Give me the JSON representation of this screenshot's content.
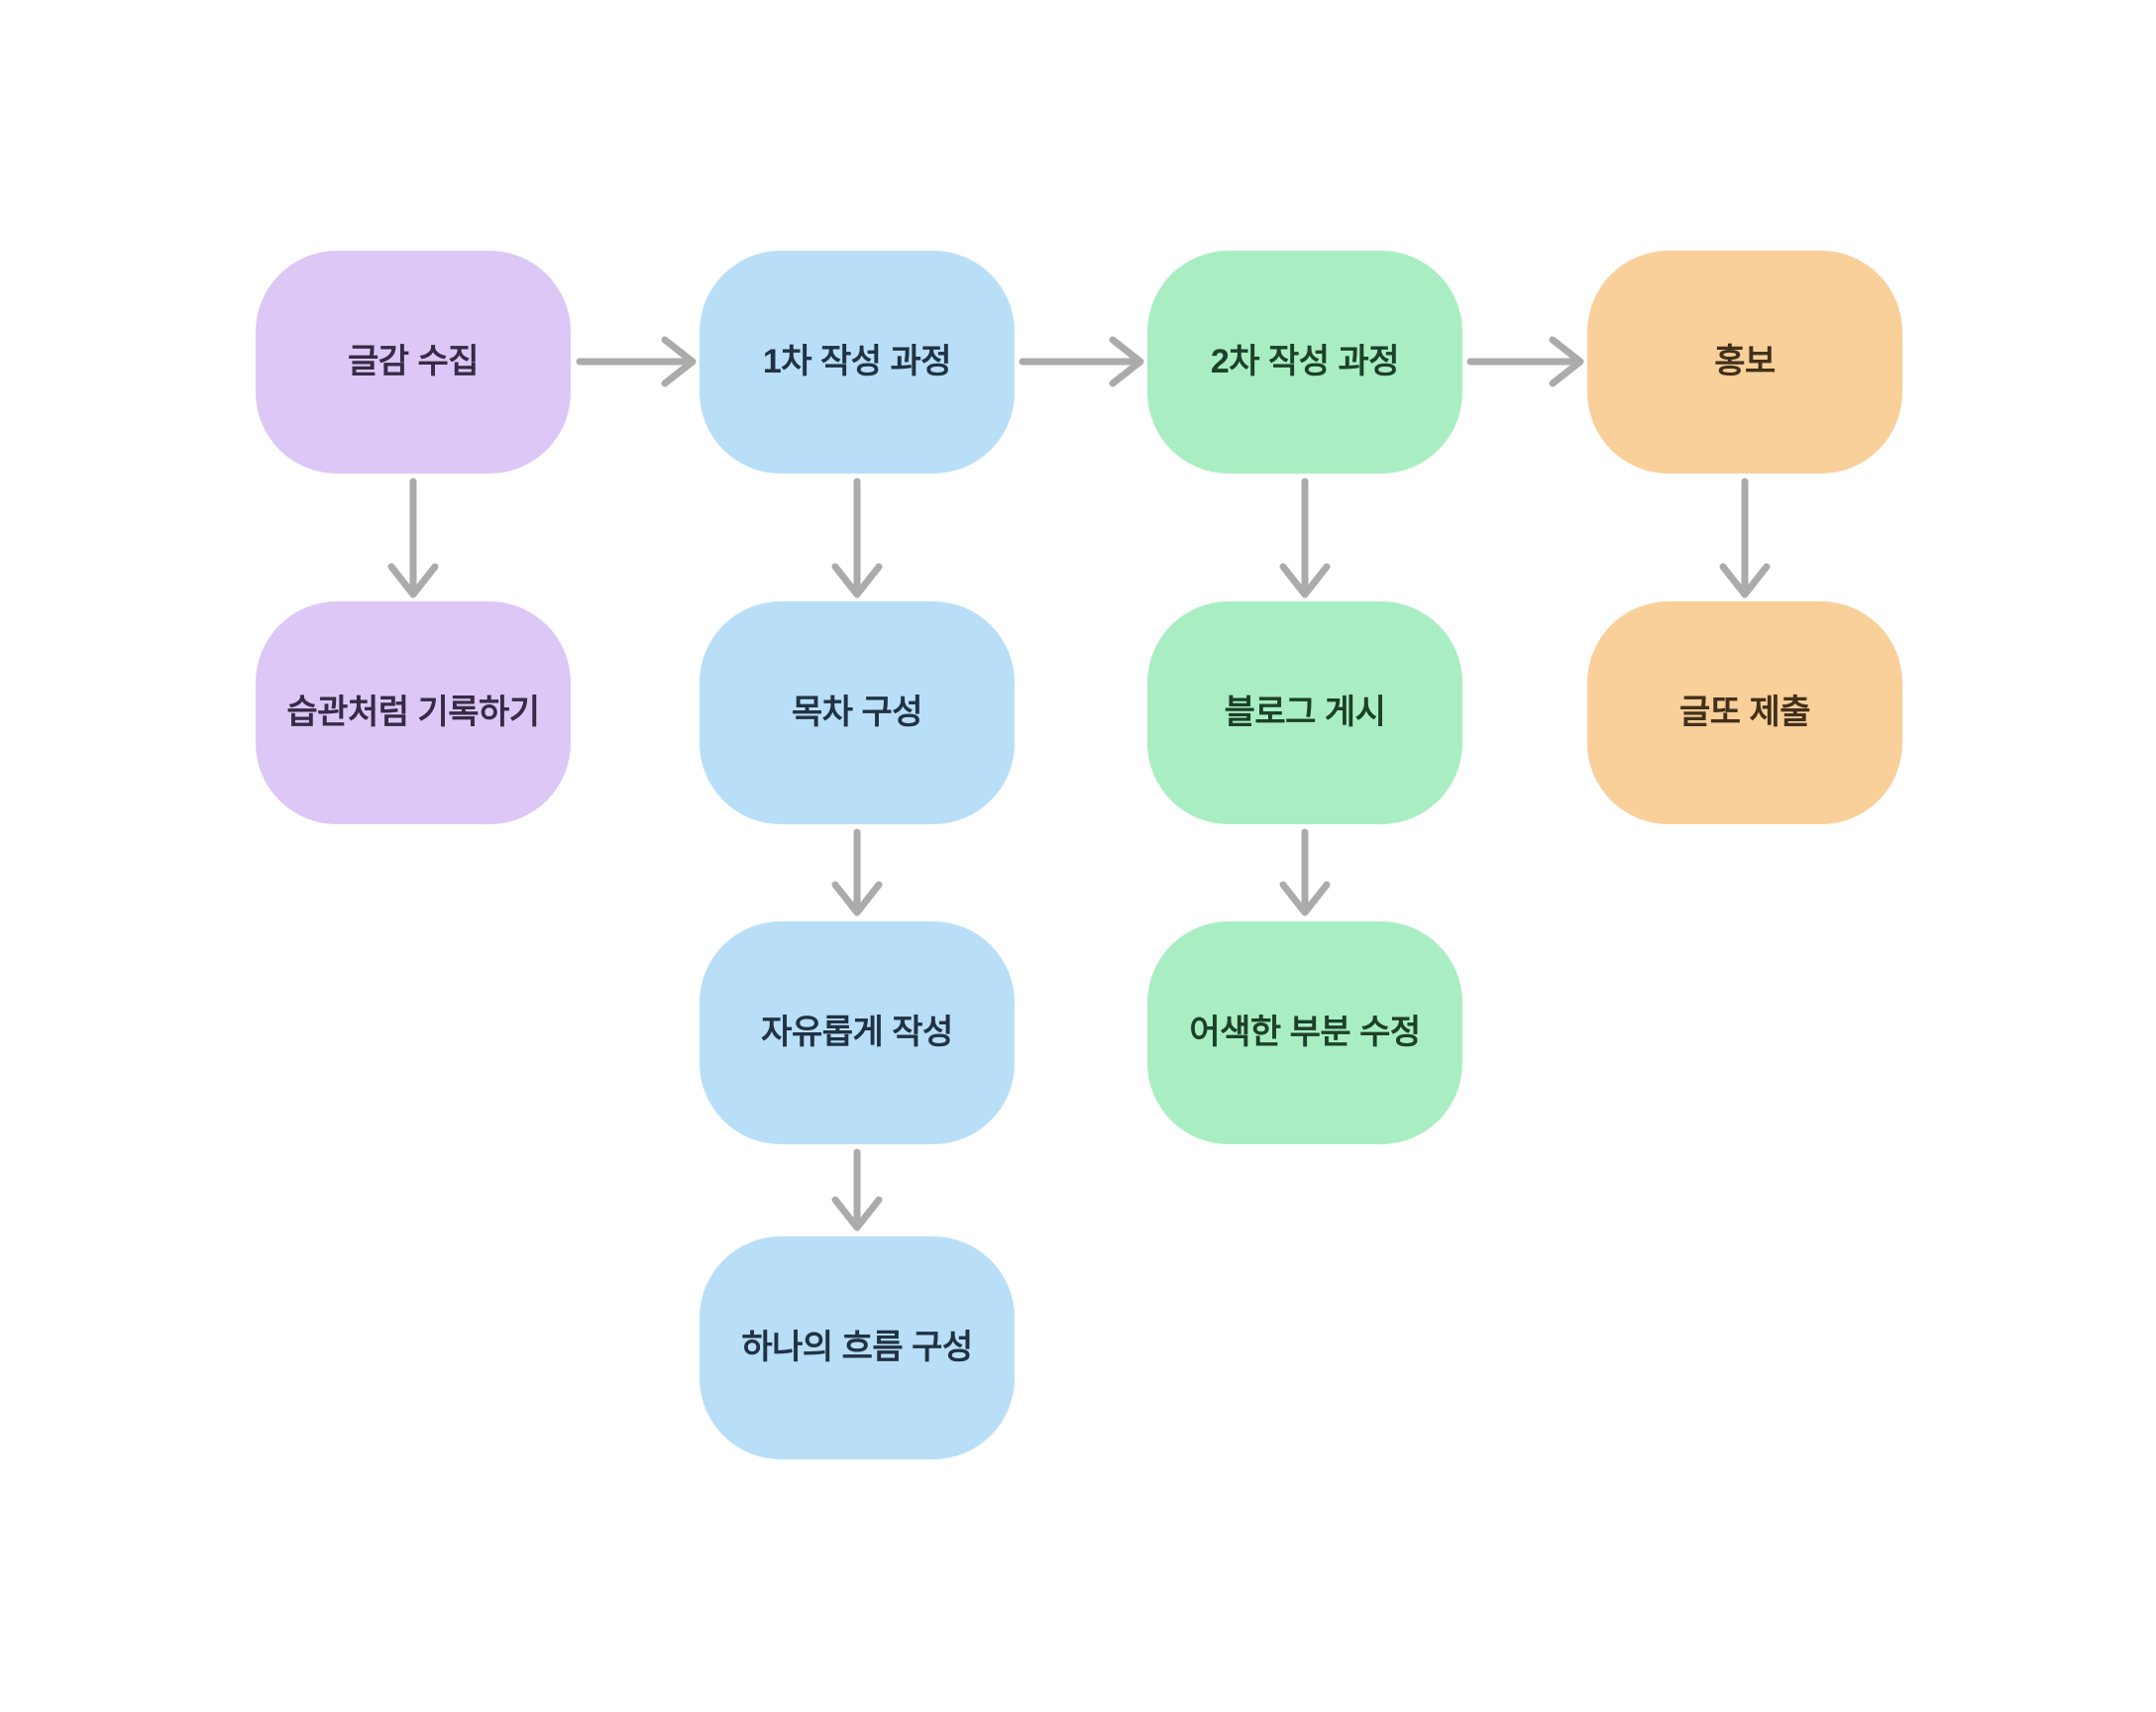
{
  "diagram_title": "writing-process-flowchart",
  "colors": {
    "background": "#ffffff",
    "arrow": "#ababab",
    "purple": {
      "fill": "#ddc7f6",
      "text": "#362b45"
    },
    "blue": {
      "fill": "#b9def8",
      "text": "#203243"
    },
    "green": {
      "fill": "#a9eec3",
      "text": "#1d4029"
    },
    "orange": {
      "fill": "#f9cf9a",
      "text": "#41311a"
    }
  },
  "nodes": [
    {
      "id": "collect-topics",
      "label": "글감 수집",
      "group": "purple"
    },
    {
      "id": "first-draft-process",
      "label": "1차 작성 과정",
      "group": "blue"
    },
    {
      "id": "second-draft-process",
      "label": "2차 작성 과정",
      "group": "green"
    },
    {
      "id": "promotion",
      "label": "홍보",
      "group": "orange"
    },
    {
      "id": "record-like-habit",
      "label": "습관처럼 기록하기",
      "group": "purple"
    },
    {
      "id": "outline-structure",
      "label": "목차 구성",
      "group": "blue"
    },
    {
      "id": "blog-publish",
      "label": "블로그 게시",
      "group": "green"
    },
    {
      "id": "geultto-submit",
      "label": "글또 제출",
      "group": "orange"
    },
    {
      "id": "free-writing",
      "label": "자유롭게 작성",
      "group": "blue"
    },
    {
      "id": "fix-awkward-parts",
      "label": "어색한 부분 수정",
      "group": "green"
    },
    {
      "id": "single-flow-structure",
      "label": "하나의 흐름 구성",
      "group": "blue"
    }
  ],
  "connections": [
    {
      "from": "글감 수집",
      "to": "1차 작성 과정"
    },
    {
      "from": "1차 작성 과정",
      "to": "2차 작성 과정"
    },
    {
      "from": "2차 작성 과정",
      "to": "홍보"
    },
    {
      "from": "글감 수집",
      "to": "습관처럼 기록하기"
    },
    {
      "from": "1차 작성 과정",
      "to": "목차 구성"
    },
    {
      "from": "목차 구성",
      "to": "자유롭게 작성"
    },
    {
      "from": "자유롭게 작성",
      "to": "하나의 흐름 구성"
    },
    {
      "from": "2차 작성 과정",
      "to": "블로그 게시"
    },
    {
      "from": "블로그 게시",
      "to": "어색한 부분 수정"
    },
    {
      "from": "홍보",
      "to": "글또 제출"
    }
  ]
}
